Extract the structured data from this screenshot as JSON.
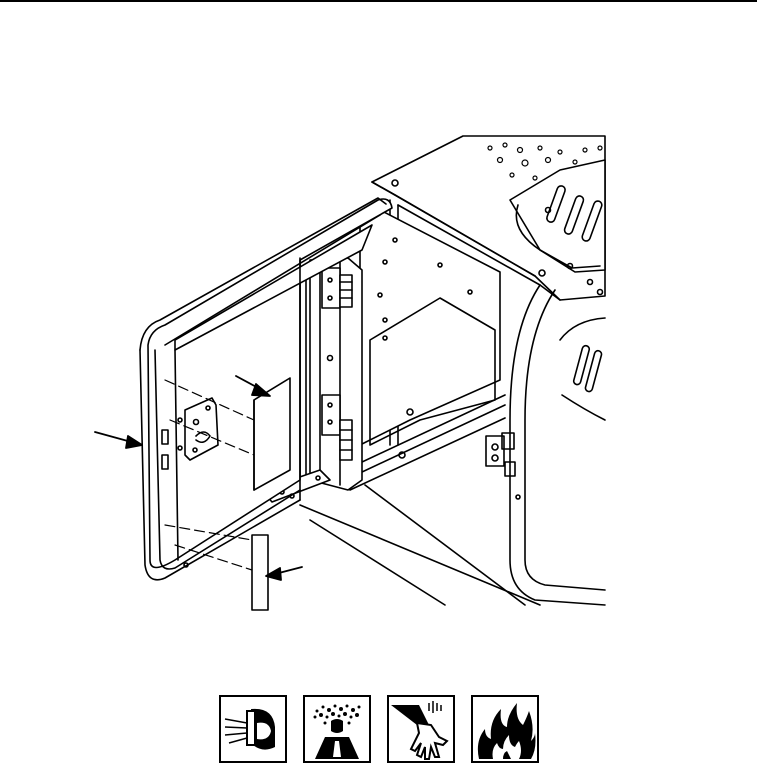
{
  "page": {
    "background_color": "#ffffff",
    "line_color": "#000000"
  },
  "illustration": {
    "subject": "cab-door-assembly-exploded-view",
    "callout_arrows": 3,
    "parts": [
      "door-panel",
      "door-latch",
      "seal-strip-upper",
      "seal-strip-lower",
      "hinge"
    ]
  },
  "hazard_icons": [
    {
      "icon": "face-shield-icon"
    },
    {
      "icon": "spray-mist-icon"
    },
    {
      "icon": "hand-hazard-icon"
    },
    {
      "icon": "flammable-icon"
    }
  ]
}
